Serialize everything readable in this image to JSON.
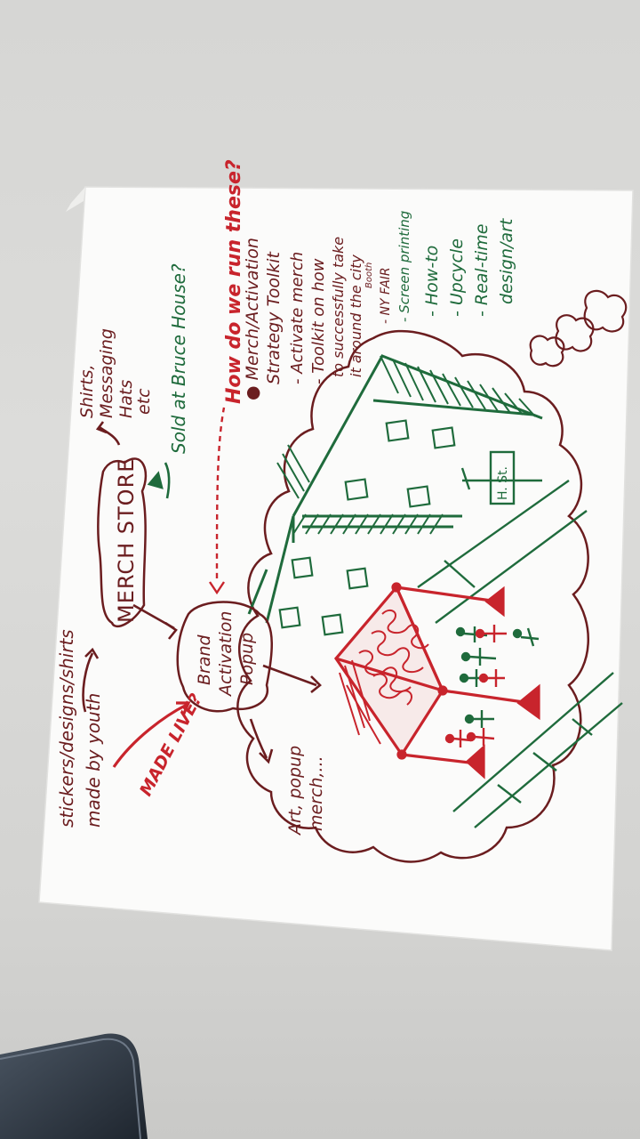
{
  "colors": {
    "maroon": "#6b1d1f",
    "red": "#c8242c",
    "green": "#1f6b3c",
    "paper": "#fbfbfa",
    "table": "#d8d8d6",
    "phone": "#2b3440"
  },
  "notes": {
    "youth_line1": "stickers/designs/shirts",
    "youth_line2": "made by youth",
    "merch_store": "MERCH STORE",
    "shirts": "Shirts,",
    "messaging": "Messaging",
    "hats": "Hats",
    "etc": "etc",
    "sold_at": "Sold at Bruce House?",
    "how_run": "How do we run these?",
    "toolkit_line1": "● Merch/Activation",
    "toolkit_line2": "Strategy Toolkit",
    "activate_merch": "- Activate merch",
    "toolkit_how1": "- Toolkit on how",
    "toolkit_how2": "to successfully take",
    "toolkit_how3": "it around the city",
    "booth": "Booth",
    "ny_fair": "- NY FAIR",
    "screen_printing": "- Screen printing",
    "how_to": "- How-to",
    "upcycle": "- Upcycle",
    "realtime1": "- Real-time",
    "realtime2": "design/art",
    "brand1": "Brand",
    "brand2": "Activation",
    "brand3": "Popup",
    "made_live": "MADE LIVE?",
    "art1": "Art, popup",
    "art2": "merch,...",
    "street_sign": "H. St."
  }
}
